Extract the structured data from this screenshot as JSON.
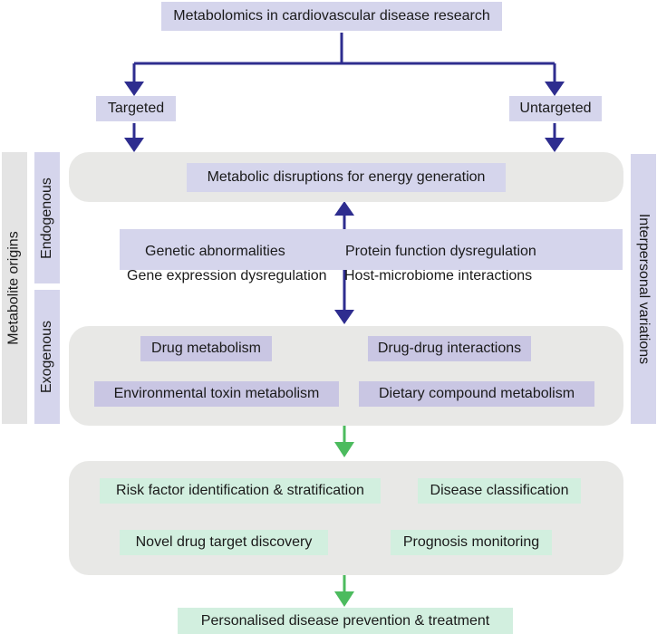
{
  "title": "Metabolomics in cardiovascular disease research",
  "approaches": {
    "targeted": "Targeted",
    "untargeted": "Untargeted"
  },
  "side_labels": {
    "metabolite_origins": "Metabolite origins",
    "endogenous": "Endogenous",
    "exogenous": "Exogenous",
    "interpersonal_variations": "Interpersonal variations"
  },
  "endogenous_panel": {
    "main": "Metabolic disruptions for energy generation",
    "factors": [
      "Genetic abnormalities",
      "Protein function dysregulation",
      "Gene expression dysregulation",
      "Host-microbiome interactions"
    ]
  },
  "exogenous_panel": {
    "items": [
      "Drug metabolism",
      "Drug-drug interactions",
      "Environmental toxin metabolism",
      "Dietary compound metabolism"
    ]
  },
  "applications_panel": {
    "items": [
      "Risk factor identification & stratification",
      "Disease classification",
      "Novel drug target discovery",
      "Prognosis monitoring"
    ]
  },
  "outcome": "Personalised disease prevention & treatment",
  "colors": {
    "blue_arrow": "#2e2d8f",
    "green_arrow": "#4cbb5e",
    "lavender_box": "#d5d5ec",
    "purple_box": "#c9c6e3",
    "mint_box": "#d2efdf",
    "panel": "#e8e8e6"
  }
}
